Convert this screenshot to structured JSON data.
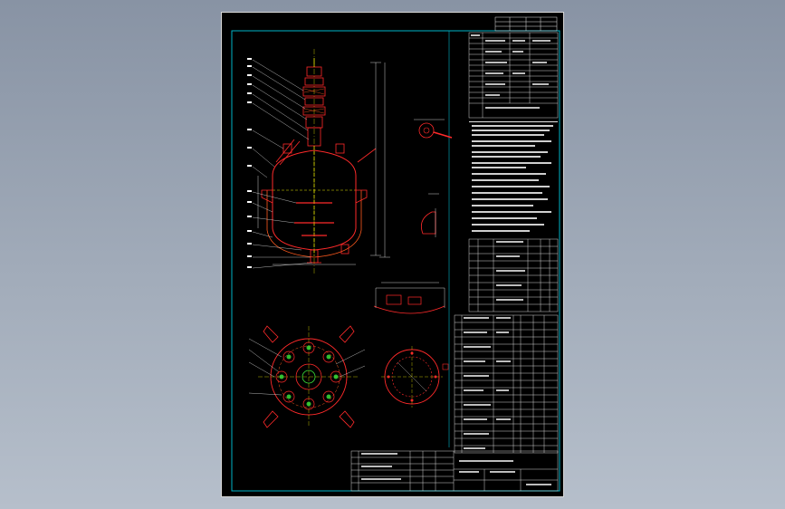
{
  "viewer": {
    "background_top": "#8893a4",
    "background_bottom": "#b6bfcb"
  },
  "drawing": {
    "sheet_color": "#000000",
    "frame_color": "#00b4c8",
    "vessel_color": "#ff2a2a",
    "jacket_color": "#ff5a1e",
    "table_line_color": "#e6e6e6",
    "dimension_color": "#ffffff",
    "text_green": "#39e039",
    "accent_yellow": "#e6e600",
    "main_view": "reactor-vessel-elevation",
    "plan_view": "nozzle-orientation-plan",
    "detail_views": 4,
    "tables": [
      "technical-characteristics",
      "nozzle-table",
      "parts-list",
      "title-block"
    ]
  }
}
